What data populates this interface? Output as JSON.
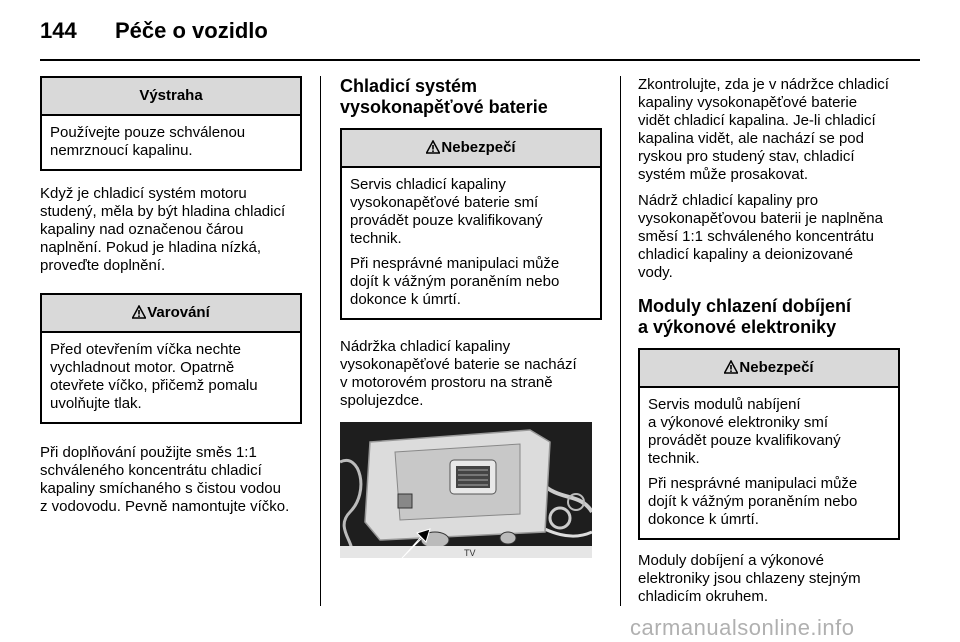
{
  "header": {
    "page_number": "144",
    "title": "Péče o vozidlo"
  },
  "col1": {
    "box1": {
      "title": "Výstraha",
      "lines": [
        "Používejte pouze schválenou",
        "nemrznoucí kapalinu."
      ]
    },
    "para1": [
      "Když je chladicí systém motoru",
      "studený, měla by být hladina chladicí",
      "kapaliny nad označenou čárou",
      "naplnění. Pokud je hladina nízká,",
      "proveďte doplnění."
    ],
    "box2": {
      "title": "Varování",
      "lines": [
        "Před otevřením víčka nechte",
        "vychladnout motor. Opatrně",
        "otevřete víčko, přičemž pomalu",
        "uvolňujte tlak."
      ]
    },
    "para2": [
      "Při doplňování použijte směs 1:1",
      "schváleného koncentrátu chladicí",
      "kapaliny smíchaného s čistou vodou",
      "z vodovodu. Pevně namontujte víčko."
    ]
  },
  "col2": {
    "heading": [
      "Chladicí systém",
      "vysokonapěťové baterie"
    ],
    "box": {
      "title": "Nebezpečí",
      "p1": [
        "Servis chladicí kapaliny",
        "vysokonapěťové baterie smí",
        "provádět pouze kvalifikovaný",
        "technik."
      ],
      "p2": [
        "Při nesprávné manipulaci může",
        "dojít k vážným poraněním nebo",
        "dokonce k úmrtí."
      ]
    },
    "para": [
      "Nádržka chladicí kapaliny",
      "vysokonapěťové baterie se nachází",
      "v motorovém prostoru na straně",
      "spolujezdce."
    ],
    "photo_label": "TV"
  },
  "col3": {
    "para1": [
      "Zkontrolujte, zda je v nádržce chladicí",
      "kapaliny vysokonapěťové baterie",
      "vidět chladicí kapalina. Je-li chladicí",
      "kapalina vidět, ale nachází se pod",
      "ryskou pro studený stav, chladicí",
      "systém může prosakovat."
    ],
    "para2": [
      "Nádrž chladicí kapaliny pro",
      "vysokonapěťovou baterii je naplněna",
      "směsí 1:1 schváleného koncentrátu",
      "chladicí kapaliny a deionizované",
      "vody."
    ],
    "heading": [
      "Moduly chlazení dobíjení",
      "a výkonové elektroniky"
    ],
    "box": {
      "title": "Nebezpečí",
      "p1": [
        "Servis modulů nabíjení",
        "a výkonové elektroniky smí",
        "provádět pouze kvalifikovaný",
        "technik."
      ],
      "p2": [
        "Při nesprávné manipulaci může",
        "dojít k vážným poraněním nebo",
        "dokonce k úmrtí."
      ]
    },
    "para3": [
      "Moduly dobíjení a výkonové",
      "elektroniky jsou chlazeny stejným",
      "chladicím okruhem."
    ]
  },
  "footer": "carmanualsonline.info"
}
